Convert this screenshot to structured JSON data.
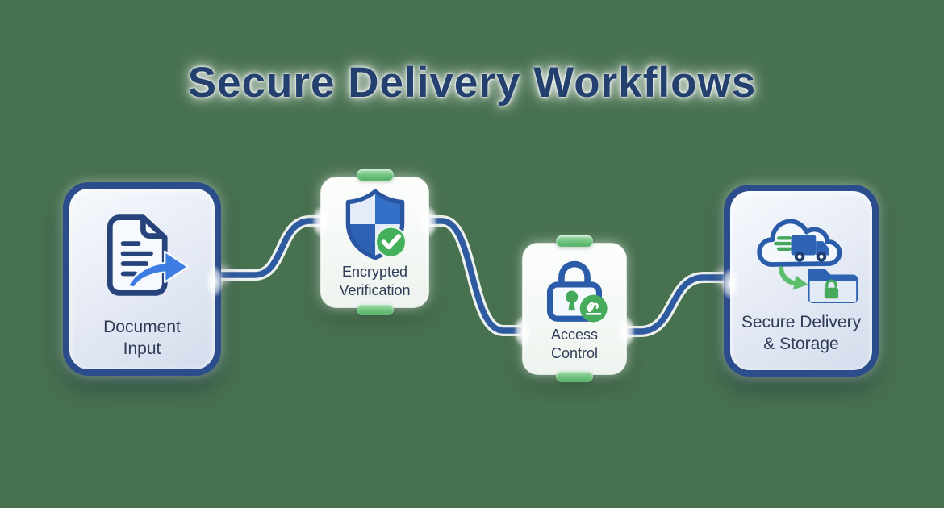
{
  "title": "Secure Delivery Workflows",
  "background_color": "#48714f",
  "title_color": "#24406e",
  "nodes": [
    {
      "id": "document-input",
      "label_line1": "Document",
      "label_line2": "Input",
      "icon": "document-export-icon",
      "style": "bordered-blue"
    },
    {
      "id": "encrypted-verification",
      "label_line1": "Encrypted",
      "label_line2": "Verification",
      "icon": "shield-check-icon",
      "style": "glass-green-tabs"
    },
    {
      "id": "access-control",
      "label_line1": "Access",
      "label_line2": "Control",
      "icon": "padlock-signature-icon",
      "style": "glass-green-tabs"
    },
    {
      "id": "secure-delivery-storage",
      "label_line1": "Secure Delivery",
      "label_line2": "& Storage",
      "icon": "cloud-truck-folder-icon",
      "style": "bordered-blue"
    }
  ],
  "connections": [
    {
      "from": "document-input",
      "to": "encrypted-verification"
    },
    {
      "from": "encrypted-verification",
      "to": "access-control"
    },
    {
      "from": "access-control",
      "to": "secure-delivery-storage"
    }
  ],
  "colors": {
    "card_border_blue": "#2b4d8c",
    "connector_blue": "#2e5b9f",
    "icon_outline_blue": "#2a5caa",
    "icon_fill_blue": "#3572c6",
    "accent_green": "#45ae5e",
    "tab_green": "#5cb56e",
    "label_color": "#2f3d58"
  }
}
